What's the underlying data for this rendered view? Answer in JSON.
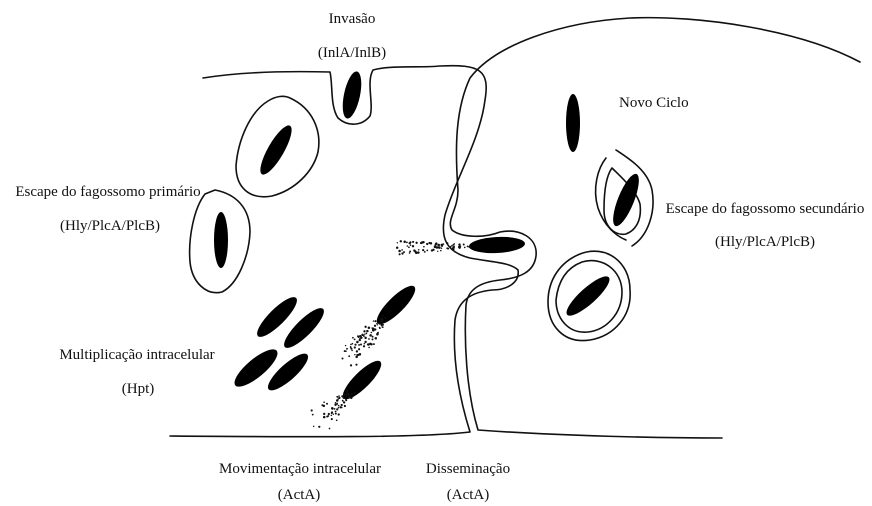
{
  "labels": {
    "invasion": {
      "title": "Invasão",
      "sub": "(InlA/InlB)"
    },
    "new_cycle": {
      "title": "Novo Ciclo"
    },
    "primary_escape": {
      "title": "Escape do fagossomo primário",
      "sub": "(Hly/PlcA/PlcB)"
    },
    "secondary_escape": {
      "title": "Escape do fagossomo secundário",
      "sub": "(Hly/PlcA/PlcB)"
    },
    "multiplication": {
      "title": "Multiplicação intracelular",
      "sub": "(Hpt)"
    },
    "movement": {
      "title": "Movimentação intracelular",
      "sub": "(ActA)"
    },
    "dissemination": {
      "title": "Disseminação",
      "sub": "(ActA)"
    }
  },
  "colors": {
    "line": "#111111",
    "bacterium": "#000000",
    "background": "#ffffff"
  }
}
